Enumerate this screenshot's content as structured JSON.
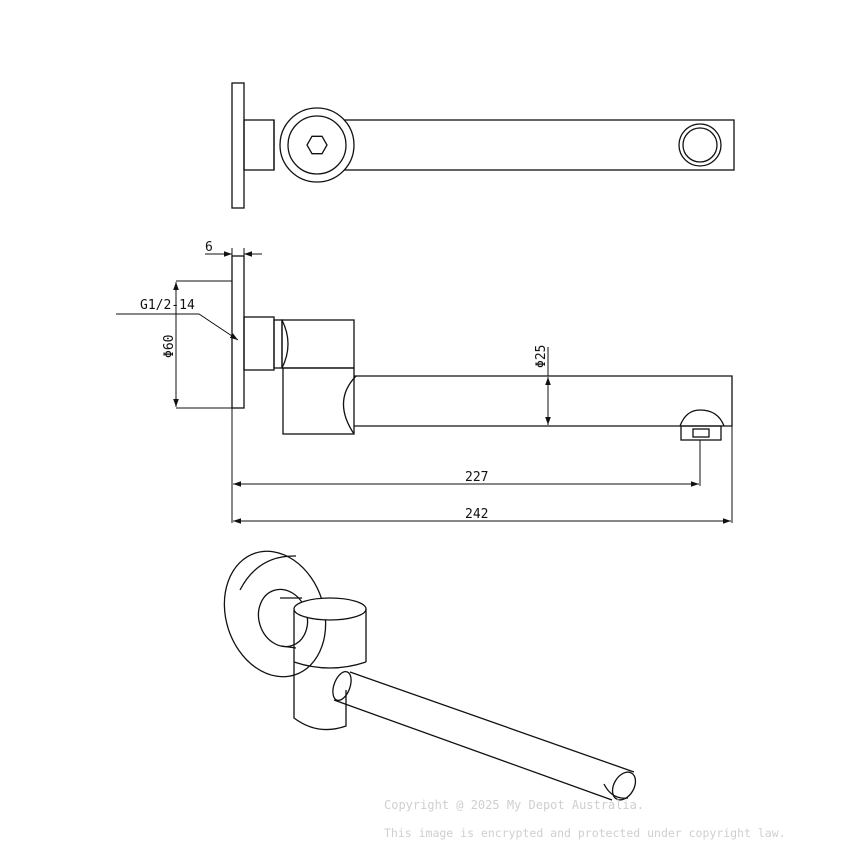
{
  "dimensions": {
    "wall_offset": "6",
    "thread": "G1/2-14",
    "plate_diameter": "Φ60",
    "spout_diameter": "Φ25",
    "reach_to_outlet": "227",
    "overall_length": "242"
  },
  "watermark": {
    "line1": "Copyright @ 2025 My Depot Australia.",
    "line2": "This image is encrypted and protected under copyright law."
  }
}
